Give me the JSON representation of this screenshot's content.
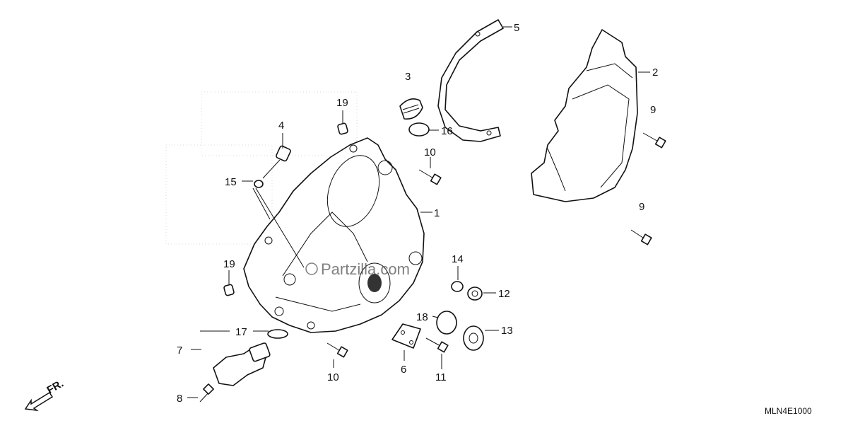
{
  "diagram": {
    "code": "MLN4E1000",
    "direction_label": "FR.",
    "watermark": "Partzilla.com",
    "callouts": [
      {
        "id": "c1",
        "label": "1"
      },
      {
        "id": "c2",
        "label": "2"
      },
      {
        "id": "c3",
        "label": "3"
      },
      {
        "id": "c4",
        "label": "4"
      },
      {
        "id": "c5",
        "label": "5"
      },
      {
        "id": "c6",
        "label": "6"
      },
      {
        "id": "c7",
        "label": "7"
      },
      {
        "id": "c8",
        "label": "8"
      },
      {
        "id": "c9a",
        "label": "9"
      },
      {
        "id": "c9b",
        "label": "9"
      },
      {
        "id": "c10a",
        "label": "10"
      },
      {
        "id": "c10b",
        "label": "10"
      },
      {
        "id": "c11",
        "label": "11"
      },
      {
        "id": "c12",
        "label": "12"
      },
      {
        "id": "c13",
        "label": "13"
      },
      {
        "id": "c14",
        "label": "14"
      },
      {
        "id": "c15",
        "label": "15"
      },
      {
        "id": "c16",
        "label": "16"
      },
      {
        "id": "c17",
        "label": "17"
      },
      {
        "id": "c18",
        "label": "18"
      },
      {
        "id": "c19a",
        "label": "19"
      },
      {
        "id": "c19b",
        "label": "19"
      }
    ]
  }
}
